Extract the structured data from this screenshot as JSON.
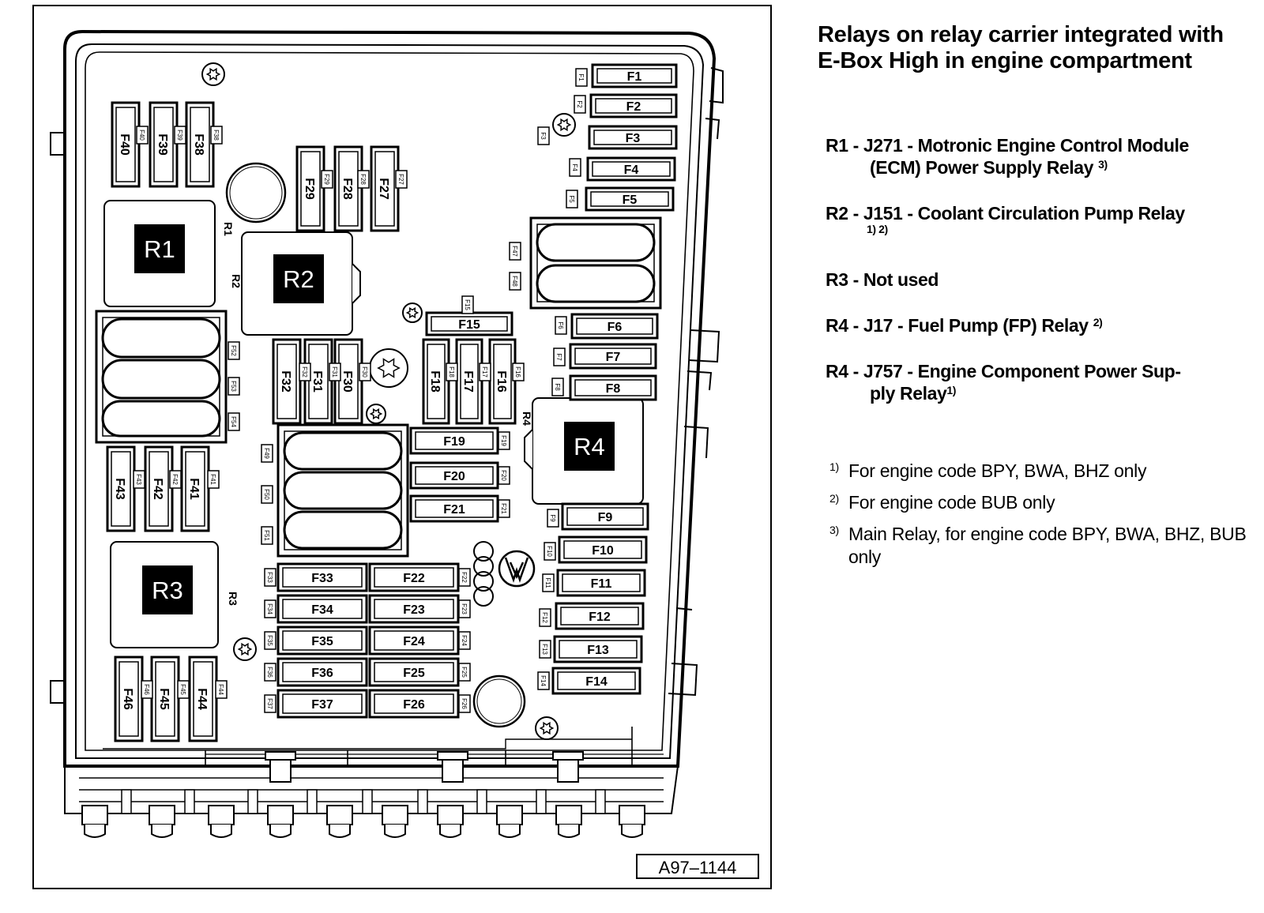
{
  "figure_id": "A97–1144",
  "title": "Relays on relay carrier integrated with E-Box High in engine compartment",
  "relays": [
    {
      "label": "R1",
      "code": "R1 - J271",
      "desc": "Motronic Engine Control Module",
      "desc2": "(ECM) Power Supply Relay",
      "note": "3)"
    },
    {
      "label": "R2",
      "code": "R2 - J151",
      "desc": "Coolant Circulation Pump Relay",
      "desc2": "",
      "note": "1) 2)"
    },
    {
      "label": "R3",
      "code": "R3",
      "desc": "Not used",
      "desc2": "",
      "note": ""
    },
    {
      "label": "R4",
      "code": "R4 - J17",
      "desc": "Fuel Pump (FP) Relay",
      "desc2": "",
      "note": "2)"
    },
    {
      "label": "R4",
      "code": "R4 - J757",
      "desc": "Engine Component Power Sup-",
      "desc2": "ply Relay",
      "note": "1)"
    }
  ],
  "notes": [
    {
      "num": "1)",
      "text": "For engine code BPY, BWA, BHZ only"
    },
    {
      "num": "2)",
      "text": "For engine code BUB only"
    },
    {
      "num": "3)",
      "text": "Main Relay, for engine code BPY, BWA, BHZ, BUB only"
    }
  ],
  "diagram": {
    "relay_boxes": [
      "R1",
      "R2",
      "R3",
      "R4"
    ],
    "relay_side_labels": [
      "R1",
      "R2",
      "R3",
      "R4"
    ],
    "fuses_right": [
      "F1",
      "F2",
      "F3",
      "F4",
      "F5",
      "F6",
      "F7",
      "F8",
      "F9",
      "F10",
      "F11",
      "F12",
      "F13",
      "F14"
    ],
    "fuses_mid_h": [
      "F15",
      "F19",
      "F20",
      "F21"
    ],
    "fuses_mid_v": [
      "F16",
      "F17",
      "F18"
    ],
    "fuses_top_v1": [
      "F27",
      "F28",
      "F29"
    ],
    "fuses_top_v2": [
      "F30",
      "F31",
      "F32"
    ],
    "fuses_left_top": [
      "F38",
      "F39",
      "F40"
    ],
    "fuses_left_mid": [
      "F41",
      "F42",
      "F43"
    ],
    "fuses_left_bottom": [
      "F44",
      "F45",
      "F46"
    ],
    "fuses_bottom_left": [
      "F33",
      "F34",
      "F35",
      "F36",
      "F37"
    ],
    "fuses_bottom_right": [
      "F22",
      "F23",
      "F24",
      "F25",
      "F26"
    ],
    "maxi_labels_left": [
      "F52",
      "F53",
      "F54"
    ],
    "maxi_labels_mid": [
      "F49",
      "F50",
      "F51"
    ],
    "maxi_labels_right": [
      "F47",
      "F48"
    ]
  }
}
